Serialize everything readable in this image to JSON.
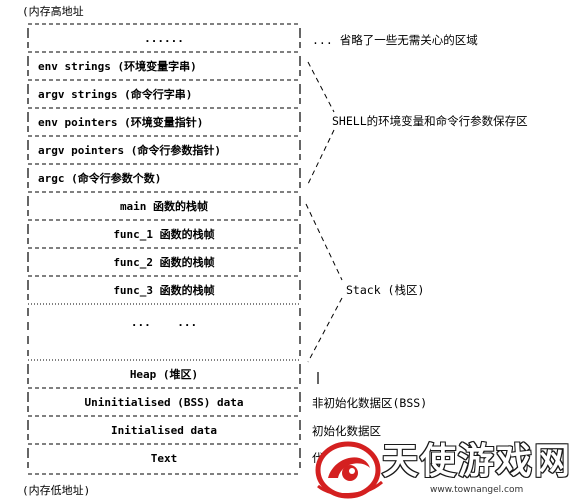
{
  "top_label": "(内存高地址",
  "bottom_label": "(内存低地址)",
  "rows": [
    {
      "label": "......",
      "align": "center",
      "border_top": "dashed"
    },
    {
      "label": "env strings (环境变量字串)",
      "align": "left",
      "border_top": "dashed"
    },
    {
      "label": "argv strings (命令行字串)",
      "align": "left",
      "border_top": "dashed"
    },
    {
      "label": "env pointers (环境变量指针)",
      "align": "left",
      "border_top": "dashed"
    },
    {
      "label": "argv pointers (命令行参数指针)",
      "align": "left",
      "border_top": "dashed"
    },
    {
      "label": "argc (命令行参数个数)",
      "align": "left",
      "border_top": "dashed"
    },
    {
      "label": "main 函数的栈帧",
      "align": "center",
      "border_top": "dashed"
    },
    {
      "label": "func_1 函数的栈帧",
      "align": "center",
      "border_top": "dashed"
    },
    {
      "label": "func_2 函数的栈帧",
      "align": "center",
      "border_top": "dashed"
    },
    {
      "label": "func_3 函数的栈帧",
      "align": "center",
      "border_top": "dashed"
    },
    {
      "label": "...    ...",
      "align": "center",
      "border_top": "dotted"
    },
    {
      "label": "Heap (堆区)",
      "align": "center",
      "border_top": "dotted"
    },
    {
      "label": "Uninitialised (BSS) data",
      "align": "center",
      "border_top": "dashed"
    },
    {
      "label": "Initialised data",
      "align": "center",
      "border_top": "dashed"
    },
    {
      "label": "Text",
      "align": "center",
      "border_top": "dashed"
    }
  ],
  "annotations": {
    "omitted": "... 省略了一些无需关心的区域",
    "shell": "SHELL的环境变量和命令行参数保存区",
    "stack": "Stack (栈区)",
    "bss": "非初始化数据区(BSS)",
    "init": "初始化数据区",
    "text": "代"
  },
  "logo": {
    "text": "天使游戏网",
    "url": "www.townangel.com"
  }
}
